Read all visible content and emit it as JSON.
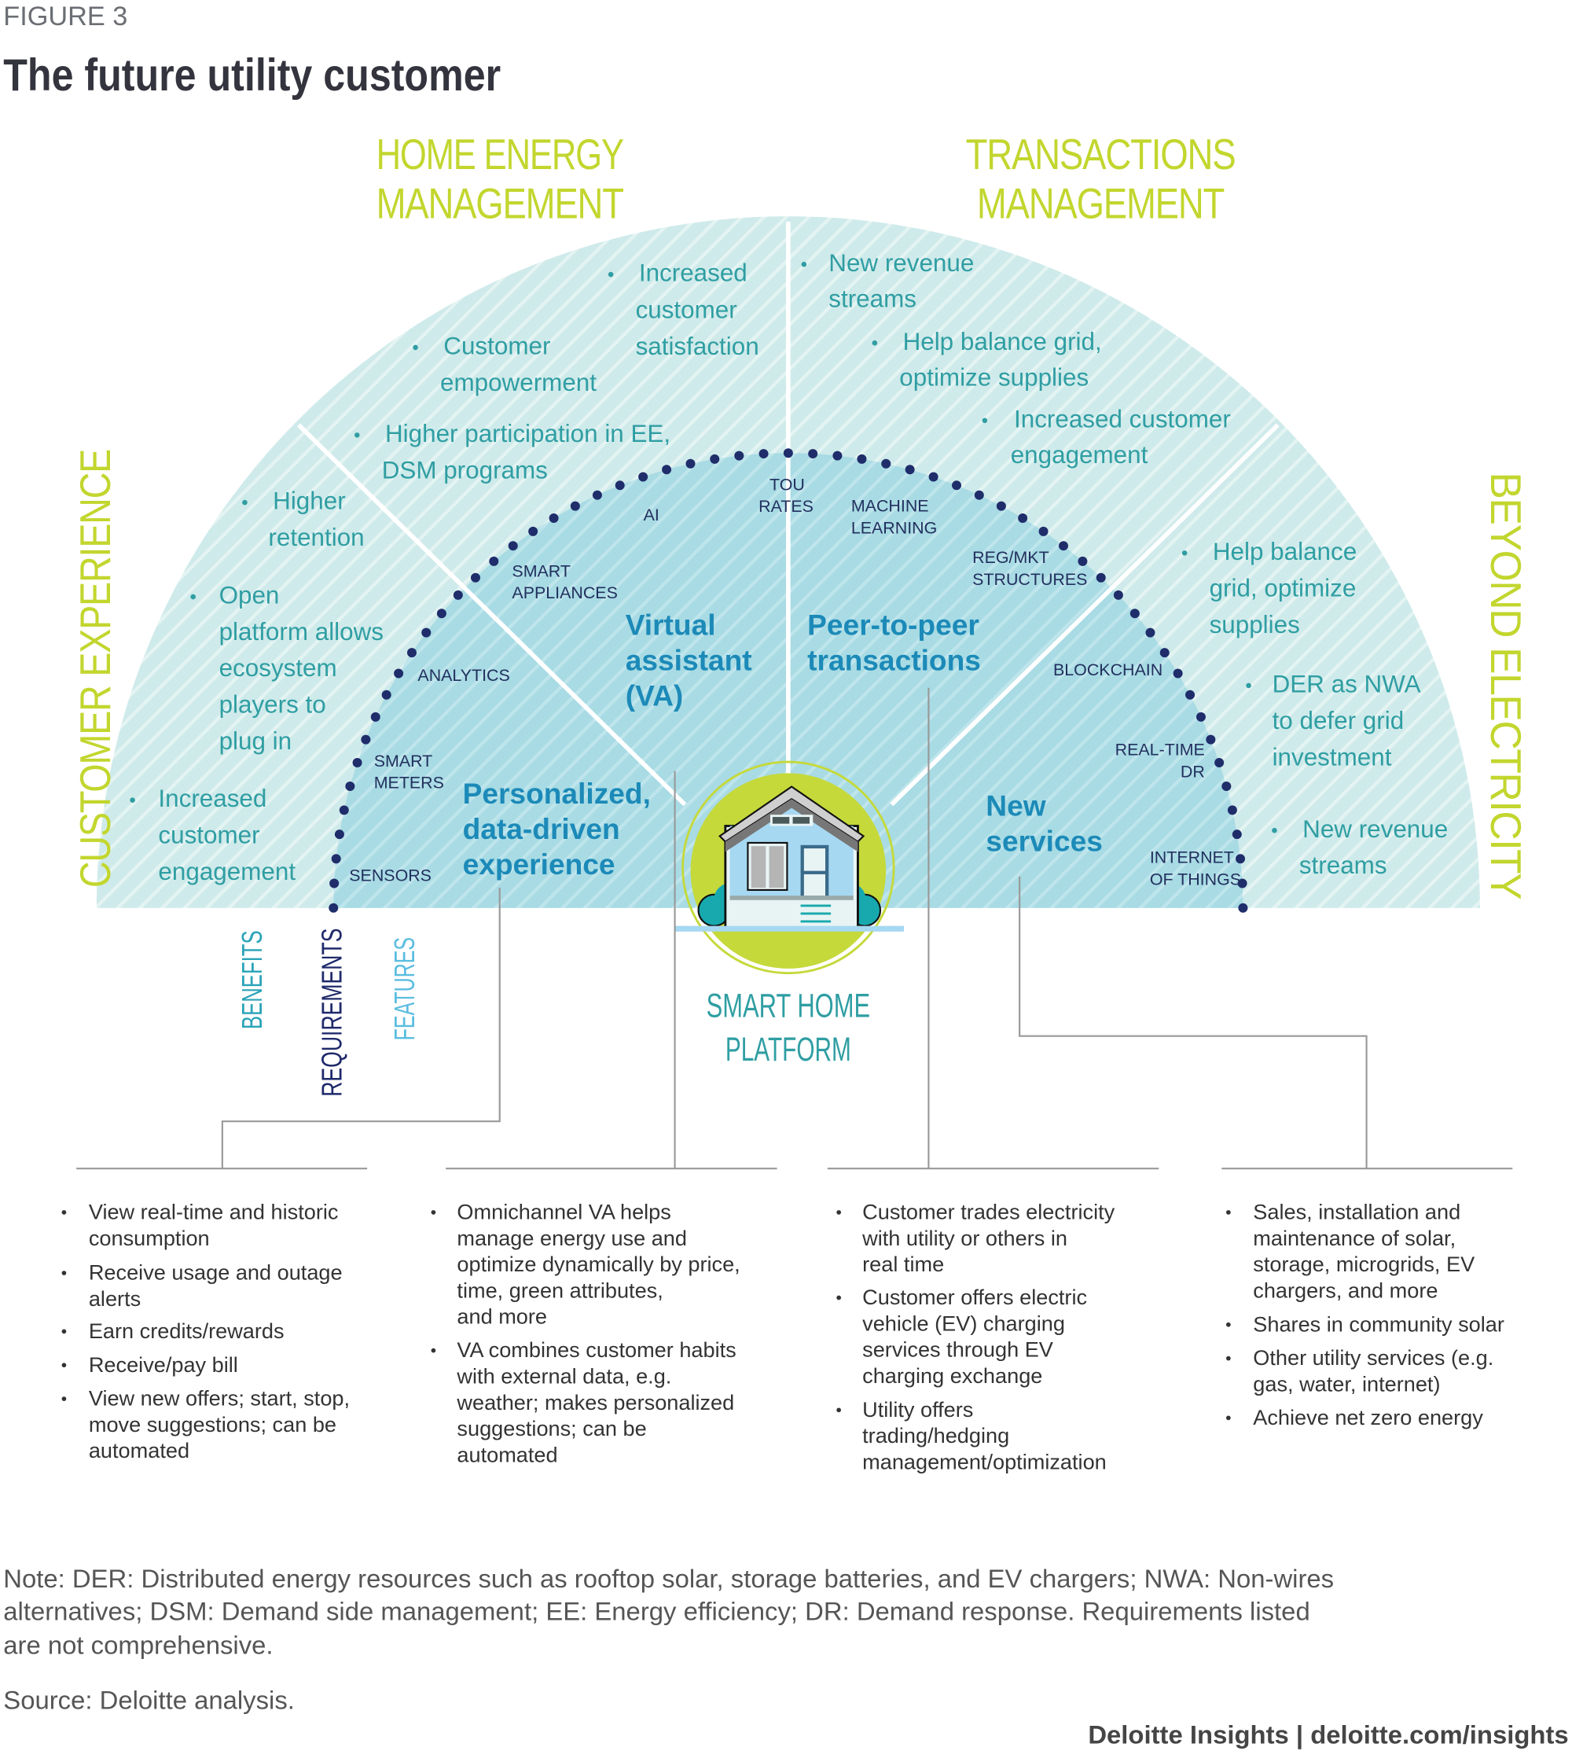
{
  "figure_label": "FIGURE 3",
  "title": "The future utility customer",
  "colors": {
    "outer_band": "#cfeaea",
    "inner_band": "#a8dbe4",
    "sector_label": "#c2d62e",
    "benefit_text": "#2f9ea3",
    "feature_text": "#1c8ab8",
    "requirement_text": "#22305e",
    "dots": "#1f2d6b",
    "platform_disc": "#c5d93a"
  },
  "sectors": {
    "customer_experience": [
      "CUSTOMER EXPERIENCE"
    ],
    "home_energy_management": [
      "HOME ENERGY",
      "MANAGEMENT"
    ],
    "transactions_management": [
      "TRANSACTIONS",
      "MANAGEMENT"
    ],
    "beyond_electricity": [
      "BEYOND ELECTRICITY"
    ]
  },
  "benefits": {
    "customer_experience": [
      [
        "Higher",
        "retention"
      ],
      [
        "Open",
        "platform allows",
        "ecosystem",
        "players to",
        "plug in"
      ],
      [
        "Increased",
        "customer",
        "engagement"
      ]
    ],
    "home_energy_management": [
      [
        "Higher participation in EE,",
        "DSM programs"
      ],
      [
        "Customer",
        "empowerment"
      ],
      [
        "Increased",
        "customer",
        "satisfaction"
      ]
    ],
    "transactions_management": [
      [
        "New revenue",
        "streams"
      ],
      [
        "Help balance grid,",
        "optimize supplies"
      ],
      [
        "Increased customer",
        "engagement"
      ]
    ],
    "beyond_electricity": [
      [
        "Help balance",
        "grid, optimize",
        "supplies"
      ],
      [
        "DER as NWA",
        "to defer grid",
        "investment"
      ],
      [
        "New revenue",
        "streams"
      ]
    ]
  },
  "requirements": [
    [
      "SENSORS"
    ],
    [
      "SMART",
      "METERS"
    ],
    [
      "ANALYTICS"
    ],
    [
      "SMART",
      "APPLIANCES"
    ],
    [
      "AI"
    ],
    [
      "TOU",
      "RATES"
    ],
    [
      "MACHINE",
      "LEARNING"
    ],
    [
      "REG/MKT",
      "STRUCTURES"
    ],
    [
      "BLOCKCHAIN"
    ],
    [
      "REAL-TIME",
      "DR"
    ],
    [
      "INTERNET",
      "OF THINGS"
    ]
  ],
  "features": [
    [
      "Personalized,",
      "data-driven",
      "experience"
    ],
    [
      "Virtual",
      "assistant",
      "(VA)"
    ],
    [
      "Peer-to-peer",
      "transactions"
    ],
    [
      "New",
      "services"
    ]
  ],
  "axis_labels": {
    "benefits": "BENEFITS",
    "requirements": "REQUIREMENTS",
    "features": "FEATURES"
  },
  "platform": [
    "SMART HOME",
    "PLATFORM"
  ],
  "feature_details": [
    [
      [
        "View real-time and historic",
        "consumption"
      ],
      [
        "Receive usage and outage",
        "alerts"
      ],
      [
        "Earn credits/rewards"
      ],
      [
        "Receive/pay bill"
      ],
      [
        "View new offers; start, stop,",
        "move suggestions; can be",
        "automated"
      ]
    ],
    [
      [
        "Omnichannel VA helps",
        "manage energy use and",
        "optimize dynamically by price,",
        "time, green attributes,",
        "and more"
      ],
      [
        "VA combines customer habits",
        "with external data, e.g.",
        "weather; makes personalized",
        "suggestions; can be",
        "automated"
      ]
    ],
    [
      [
        "Customer trades electricity",
        "with utility or others in",
        "real time"
      ],
      [
        "Customer offers electric",
        "vehicle (EV) charging",
        "services through EV",
        "charging exchange"
      ],
      [
        "Utility offers",
        "trading/hedging",
        "management/optimization"
      ]
    ],
    [
      [
        "Sales, installation and",
        "maintenance of solar,",
        "storage, microgrids, EV",
        "chargers, and more"
      ],
      [
        "Shares in community solar"
      ],
      [
        "Other utility services (e.g.",
        "gas, water, internet)"
      ],
      [
        "Achieve net zero energy"
      ]
    ]
  ],
  "note": [
    "Note: DER: Distributed energy resources such as rooftop solar, storage batteries, and EV chargers; NWA: Non-wires",
    "alternatives; DSM: Demand side management; EE: Energy efficiency; DR: Demand response. Requirements listed",
    "are not comprehensive."
  ],
  "source": "Source: Deloitte analysis.",
  "footer": "Deloitte Insights | deloitte.com/insights"
}
